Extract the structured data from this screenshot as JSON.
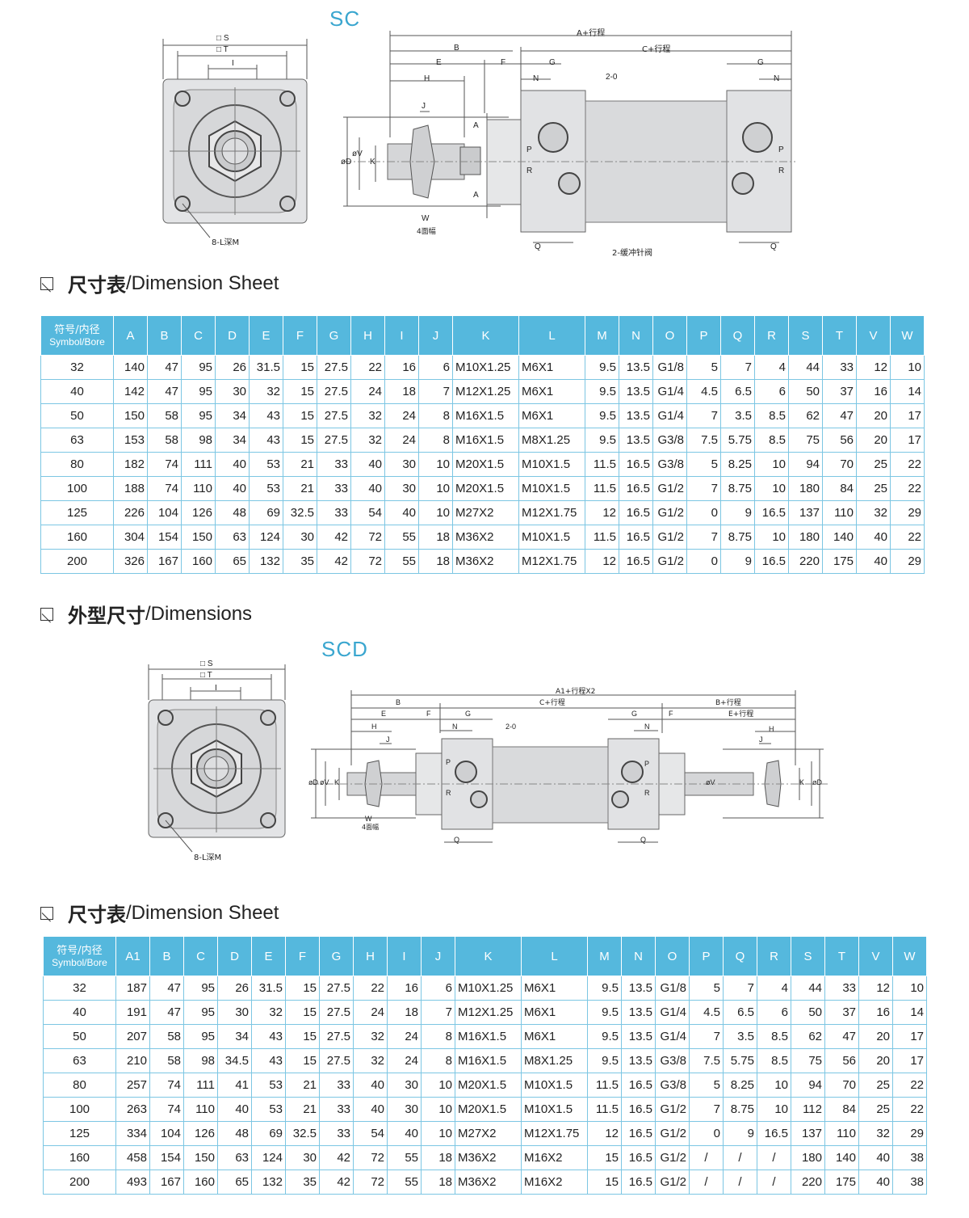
{
  "diagram_sc": {
    "model": "SC",
    "front_labels": [
      "□ S",
      "□ T",
      "I",
      "8-L深M"
    ],
    "side_labels": {
      "a_stroke": "A+行程",
      "c_stroke": "C+行程",
      "b": "B",
      "e": "E",
      "f": "F",
      "g": "G",
      "h": "H",
      "n": "N",
      "j": "J",
      "k": "K",
      "p": "P",
      "r": "R",
      "q": "Q",
      "a": "A",
      "d": "øD",
      "v": "øV",
      "w": "W",
      "w_note": "4面幅",
      "port": "2-0",
      "needle": "2-缓冲针阀"
    }
  },
  "table_sc": {
    "title_cn": "尺寸表",
    "title_en": "/Dimension Sheet",
    "corner_cn": "符号/内径",
    "corner_en": "Symbol/Bore",
    "headers": [
      "A",
      "B",
      "C",
      "D",
      "E",
      "F",
      "G",
      "H",
      "I",
      "J",
      "K",
      "L",
      "M",
      "N",
      "O",
      "P",
      "Q",
      "R",
      "S",
      "T",
      "V",
      "W"
    ],
    "rows": [
      [
        "32",
        "140",
        "47",
        "95",
        "26",
        "31.5",
        "15",
        "27.5",
        "22",
        "16",
        "6",
        "M10X1.25",
        "M6X1",
        "9.5",
        "13.5",
        "G1/8",
        "5",
        "7",
        "4",
        "44",
        "33",
        "12",
        "10"
      ],
      [
        "40",
        "142",
        "47",
        "95",
        "30",
        "32",
        "15",
        "27.5",
        "24",
        "18",
        "7",
        "M12X1.25",
        "M6X1",
        "9.5",
        "13.5",
        "G1/4",
        "4.5",
        "6.5",
        "6",
        "50",
        "37",
        "16",
        "14"
      ],
      [
        "50",
        "150",
        "58",
        "95",
        "34",
        "43",
        "15",
        "27.5",
        "32",
        "24",
        "8",
        "M16X1.5",
        "M6X1",
        "9.5",
        "13.5",
        "G1/4",
        "7",
        "3.5",
        "8.5",
        "62",
        "47",
        "20",
        "17"
      ],
      [
        "63",
        "153",
        "58",
        "98",
        "34",
        "43",
        "15",
        "27.5",
        "32",
        "24",
        "8",
        "M16X1.5",
        "M8X1.25",
        "9.5",
        "13.5",
        "G3/8",
        "7.5",
        "5.75",
        "8.5",
        "75",
        "56",
        "20",
        "17"
      ],
      [
        "80",
        "182",
        "74",
        "111",
        "40",
        "53",
        "21",
        "33",
        "40",
        "30",
        "10",
        "M20X1.5",
        "M10X1.5",
        "11.5",
        "16.5",
        "G3/8",
        "5",
        "8.25",
        "10",
        "94",
        "70",
        "25",
        "22"
      ],
      [
        "100",
        "188",
        "74",
        "110",
        "40",
        "53",
        "21",
        "33",
        "40",
        "30",
        "10",
        "M20X1.5",
        "M10X1.5",
        "11.5",
        "16.5",
        "G1/2",
        "7",
        "8.75",
        "10",
        "180",
        "84",
        "25",
        "22"
      ],
      [
        "125",
        "226",
        "104",
        "126",
        "48",
        "69",
        "32.5",
        "33",
        "54",
        "40",
        "10",
        "M27X2",
        "M12X1.75",
        "12",
        "16.5",
        "G1/2",
        "0",
        "9",
        "16.5",
        "137",
        "110",
        "32",
        "29"
      ],
      [
        "160",
        "304",
        "154",
        "150",
        "63",
        "124",
        "30",
        "42",
        "72",
        "55",
        "18",
        "M36X2",
        "M10X1.5",
        "11.5",
        "16.5",
        "G1/2",
        "7",
        "8.75",
        "10",
        "180",
        "140",
        "40",
        "22"
      ],
      [
        "200",
        "326",
        "167",
        "160",
        "65",
        "132",
        "35",
        "42",
        "72",
        "55",
        "18",
        "M36X2",
        "M12X1.75",
        "12",
        "16.5",
        "G1/2",
        "0",
        "9",
        "16.5",
        "220",
        "175",
        "40",
        "29"
      ]
    ]
  },
  "section_dimensions": {
    "title_cn": "外型尺寸",
    "title_en": "/Dimensions"
  },
  "diagram_scd": {
    "model": "SCD",
    "front_labels": [
      "□ S",
      "□ T",
      "I",
      "8-L深M"
    ],
    "side_labels": {
      "a1_stroke": "A1+行程X2",
      "c_stroke": "C+行程",
      "b_stroke": "B+行程",
      "e_stroke": "E+行程",
      "b": "B",
      "e": "E",
      "f": "F",
      "g": "G",
      "h": "H",
      "n": "N",
      "j": "J",
      "k": "K",
      "p": "P",
      "r": "R",
      "q": "Q",
      "d": "øD",
      "v": "øV",
      "w": "W",
      "w_note": "4面幅",
      "port": "2-0"
    }
  },
  "table_scd": {
    "title_cn": "尺寸表",
    "title_en": "/Dimension Sheet",
    "corner_cn": "符号/内径",
    "corner_en": "Symbol/Bore",
    "headers": [
      "A1",
      "B",
      "C",
      "D",
      "E",
      "F",
      "G",
      "H",
      "I",
      "J",
      "K",
      "L",
      "M",
      "N",
      "O",
      "P",
      "Q",
      "R",
      "S",
      "T",
      "V",
      "W"
    ],
    "rows": [
      [
        "32",
        "187",
        "47",
        "95",
        "26",
        "31.5",
        "15",
        "27.5",
        "22",
        "16",
        "6",
        "M10X1.25",
        "M6X1",
        "9.5",
        "13.5",
        "G1/8",
        "5",
        "7",
        "4",
        "44",
        "33",
        "12",
        "10"
      ],
      [
        "40",
        "191",
        "47",
        "95",
        "30",
        "32",
        "15",
        "27.5",
        "24",
        "18",
        "7",
        "M12X1.25",
        "M6X1",
        "9.5",
        "13.5",
        "G1/4",
        "4.5",
        "6.5",
        "6",
        "50",
        "37",
        "16",
        "14"
      ],
      [
        "50",
        "207",
        "58",
        "95",
        "34",
        "43",
        "15",
        "27.5",
        "32",
        "24",
        "8",
        "M16X1.5",
        "M6X1",
        "9.5",
        "13.5",
        "G1/4",
        "7",
        "3.5",
        "8.5",
        "62",
        "47",
        "20",
        "17"
      ],
      [
        "63",
        "210",
        "58",
        "98",
        "34.5",
        "43",
        "15",
        "27.5",
        "32",
        "24",
        "8",
        "M16X1.5",
        "M8X1.25",
        "9.5",
        "13.5",
        "G3/8",
        "7.5",
        "5.75",
        "8.5",
        "75",
        "56",
        "20",
        "17"
      ],
      [
        "80",
        "257",
        "74",
        "111",
        "41",
        "53",
        "21",
        "33",
        "40",
        "30",
        "10",
        "M20X1.5",
        "M10X1.5",
        "11.5",
        "16.5",
        "G3/8",
        "5",
        "8.25",
        "10",
        "94",
        "70",
        "25",
        "22"
      ],
      [
        "100",
        "263",
        "74",
        "110",
        "40",
        "53",
        "21",
        "33",
        "40",
        "30",
        "10",
        "M20X1.5",
        "M10X1.5",
        "11.5",
        "16.5",
        "G1/2",
        "7",
        "8.75",
        "10",
        "112",
        "84",
        "25",
        "22"
      ],
      [
        "125",
        "334",
        "104",
        "126",
        "48",
        "69",
        "32.5",
        "33",
        "54",
        "40",
        "10",
        "M27X2",
        "M12X1.75",
        "12",
        "16.5",
        "G1/2",
        "0",
        "9",
        "16.5",
        "137",
        "110",
        "32",
        "29"
      ],
      [
        "160",
        "458",
        "154",
        "150",
        "63",
        "124",
        "30",
        "42",
        "72",
        "55",
        "18",
        "M36X2",
        "M16X2",
        "15",
        "16.5",
        "G1/2",
        "/",
        "/",
        "/",
        "180",
        "140",
        "40",
        "38"
      ],
      [
        "200",
        "493",
        "167",
        "160",
        "65",
        "132",
        "35",
        "42",
        "72",
        "55",
        "18",
        "M36X2",
        "M16X2",
        "15",
        "16.5",
        "G1/2",
        "/",
        "/",
        "/",
        "220",
        "175",
        "40",
        "38"
      ]
    ]
  }
}
